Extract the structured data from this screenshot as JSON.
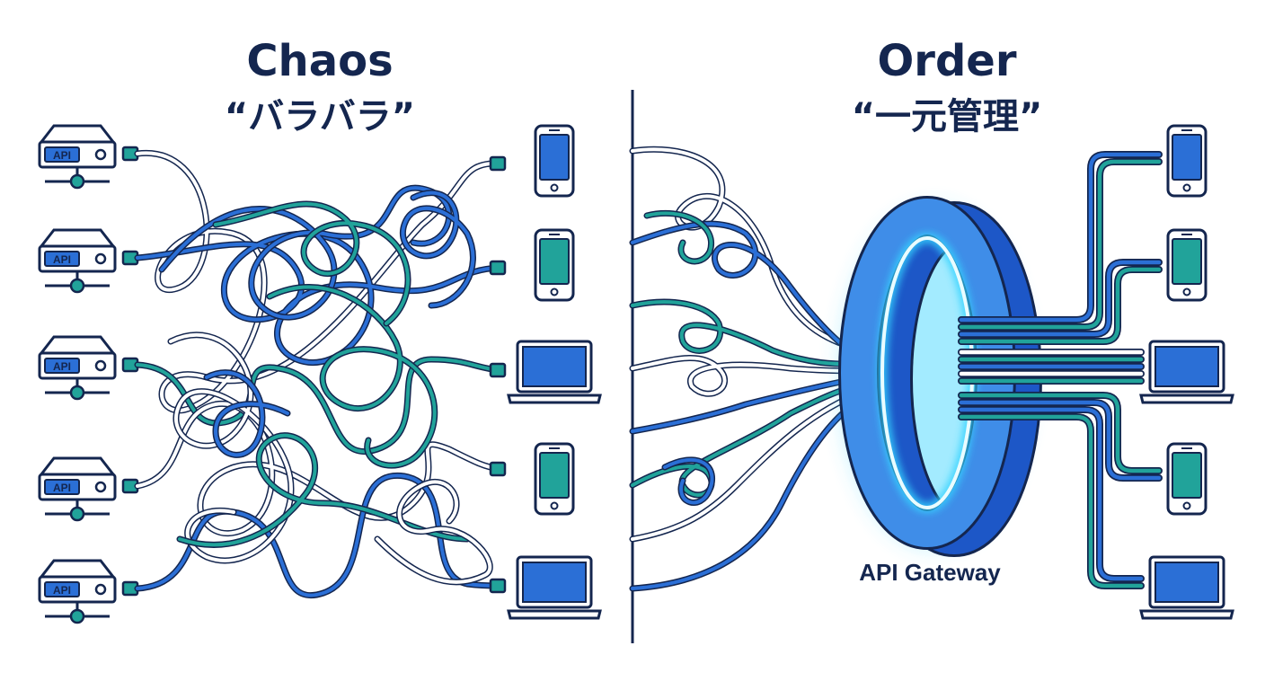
{
  "chaos": {
    "title": "Chaos",
    "subtitle": "“バラバラ”",
    "server_label": "API"
  },
  "order": {
    "title": "Order",
    "subtitle": "“一元管理”",
    "gateway_label": "API Gateway"
  },
  "colors": {
    "navy": "#14264f",
    "blue": "#2b6fd6",
    "teal": "#21a39a",
    "glow": "#36d3ff"
  }
}
